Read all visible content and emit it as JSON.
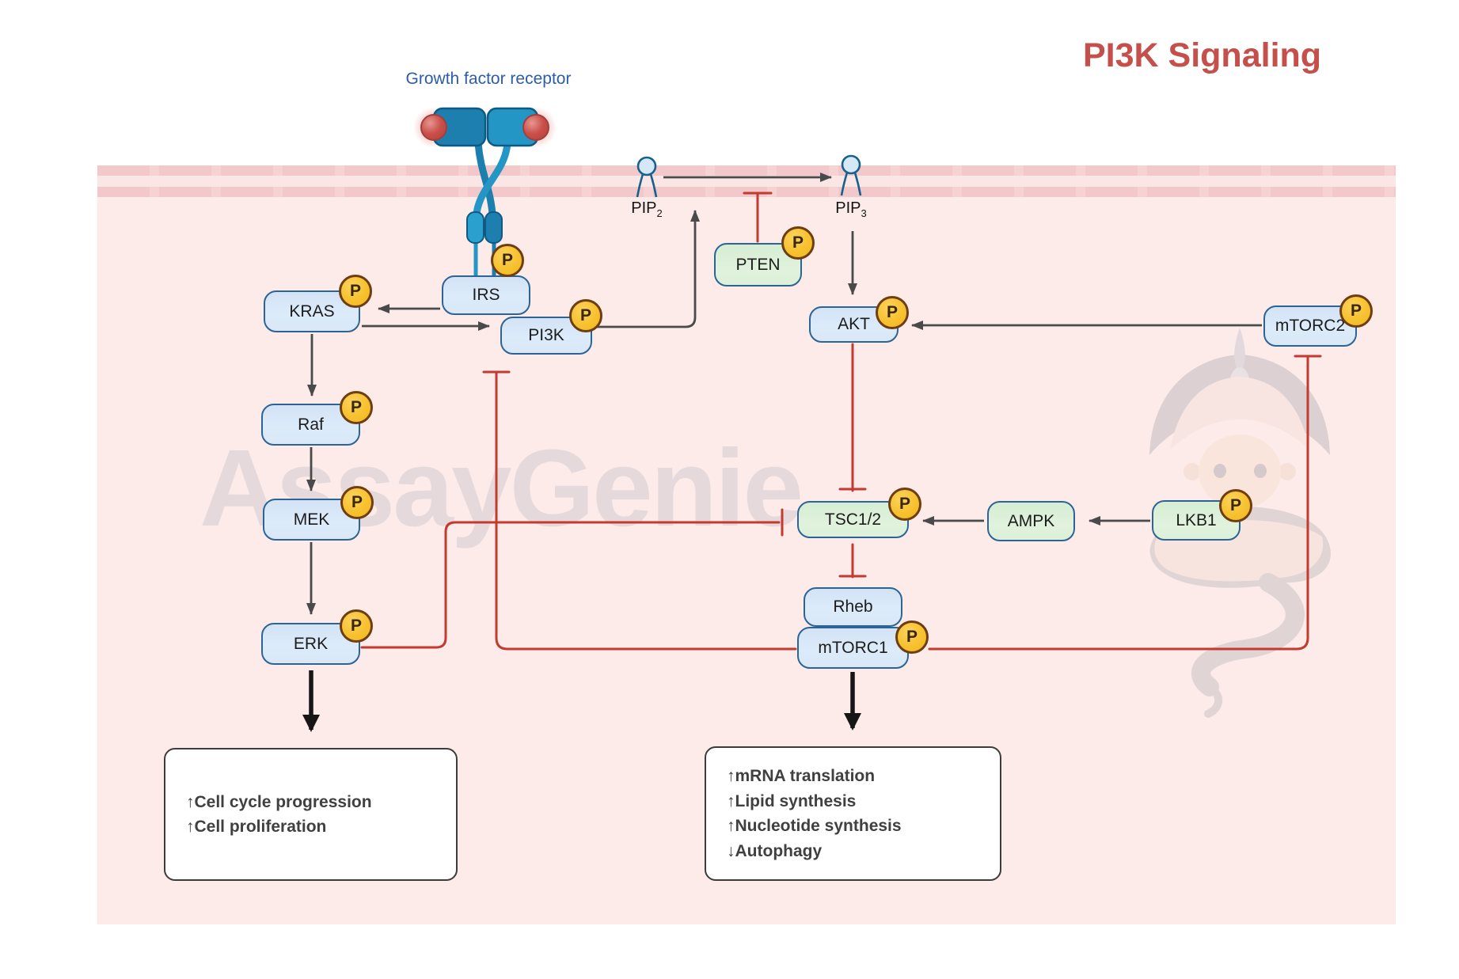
{
  "title": "PI3K Signaling",
  "header": {
    "receptor_label": "Growth factor receptor"
  },
  "membrane": {
    "pip2_base": "PIP",
    "pip2_sub": "2",
    "pip3_base": "PIP",
    "pip3_sub": "3"
  },
  "badge": "P",
  "nodes": {
    "irs": "IRS",
    "kras": "KRAS",
    "pi3k": "PI3K",
    "raf": "Raf",
    "mek": "MEK",
    "erk": "ERK",
    "pten": "PTEN",
    "akt": "AKT",
    "mtorc2": "mTORC2",
    "tsc12": "TSC1/2",
    "ampk": "AMPK",
    "lkb1": "LKB1",
    "rheb": "Rheb",
    "mtorc1": "mTORC1"
  },
  "outputs": {
    "proliferation": {
      "lines": [
        "↑Cell cycle progression",
        "↑Cell proliferation"
      ]
    },
    "growth": {
      "lines": [
        "↑mRNA translation",
        "↑Lipid synthesis",
        "↑Nucleotide synthesis",
        "↓Autophagy"
      ]
    }
  },
  "watermark": {
    "text": "AssayGenie"
  },
  "colors": {
    "title": "#c5504b",
    "inhibit_red": "#c23a30",
    "activate_gray": "#4a4a4a",
    "node_blue": "#d9e7f7",
    "node_green": "#ddf0d9",
    "node_border": "#2c6496",
    "badge_fill": "#f7c12f",
    "badge_border": "#6e3e12",
    "membrane_band": "#f3c8ca",
    "cytoplasm": "#fcebe9",
    "receptor_dark": "#1d7fae",
    "receptor_light": "#2496c6",
    "ligand_red": "#cb4f4a"
  }
}
